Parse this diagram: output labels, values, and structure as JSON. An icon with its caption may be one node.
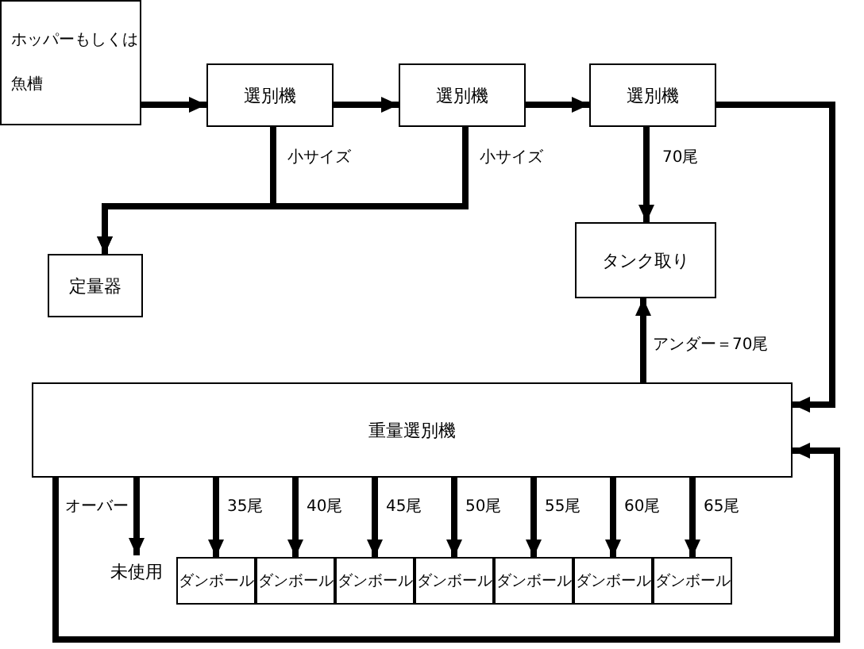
{
  "diagram": {
    "nodes": [
      {
        "text": [
          "ホッパーもしくは魚槽"
        ]
      },
      {
        "text": [
          "選別機"
        ]
      },
      {
        "text": [
          "選別機"
        ]
      },
      {
        "text": [
          "選別機"
        ]
      },
      {
        "text": [
          "定量器"
        ]
      },
      {
        "text": [
          "タンク取り"
        ]
      },
      {
        "text": [
          "重量選別機"
        ]
      },
      {
        "text": [
          "未使用"
        ]
      },
      {
        "text": [
          "ダンボール"
        ]
      },
      {
        "text": [
          "ダンボール"
        ]
      },
      {
        "text": [
          "ダンボール"
        ]
      },
      {
        "text": [
          "ダンボール"
        ]
      },
      {
        "text": [
          "ダンボール"
        ]
      },
      {
        "text": [
          "ダンボール"
        ]
      },
      {
        "text": [
          "ダンボール"
        ]
      }
    ],
    "edges": [
      {
        "from": 0,
        "to": 1,
        "arrow": "to"
      },
      {
        "from": 1,
        "to": 2,
        "arrow": "to"
      },
      {
        "from": 2,
        "to": 3,
        "arrow": "to"
      },
      {
        "from": 1,
        "to": 4,
        "arrow": "to",
        "label": "小サイズ"
      },
      {
        "from": 2,
        "to": 4,
        "arrow": "to",
        "label": "小サイズ"
      },
      {
        "from": 3,
        "to": 5,
        "arrow": "to",
        "label": "70尾"
      },
      {
        "from": 3,
        "to": 6,
        "arrow": "to"
      },
      {
        "from": 6,
        "to": 5,
        "arrow": "to",
        "label": "アンダー＝70尾"
      },
      {
        "from": 6,
        "to": 7,
        "arrow": "to",
        "label": "オーバー"
      },
      {
        "from": 6,
        "to": 8,
        "arrow": "to",
        "label": "35尾"
      },
      {
        "from": 6,
        "to": 9,
        "arrow": "to",
        "label": "40尾"
      },
      {
        "from": 6,
        "to": 10,
        "arrow": "to",
        "label": "45尾"
      },
      {
        "from": 6,
        "to": 11,
        "arrow": "to",
        "label": "50尾"
      },
      {
        "from": 6,
        "to": 12,
        "arrow": "to",
        "label": "55尾"
      },
      {
        "from": 6,
        "to": 13,
        "arrow": "to",
        "label": "60尾"
      },
      {
        "from": 6,
        "to": 14,
        "arrow": "to",
        "label": "65尾"
      },
      {
        "from": 6,
        "to": 6,
        "arrow": "to"
      }
    ]
  }
}
